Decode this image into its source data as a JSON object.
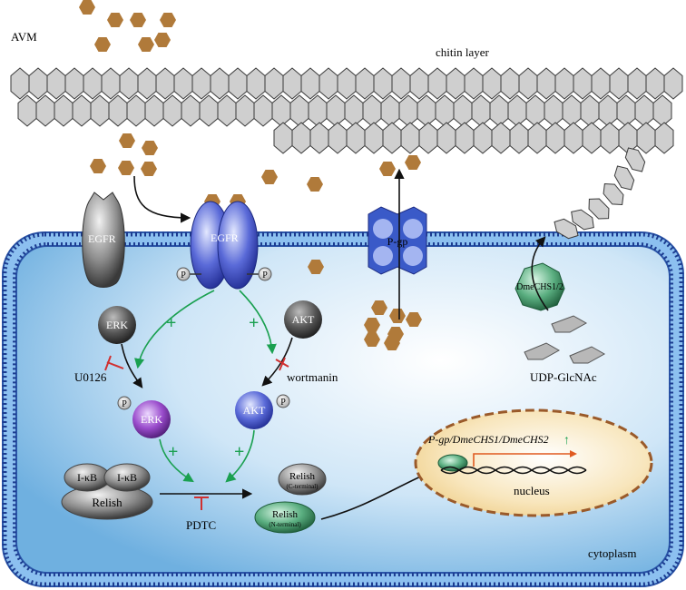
{
  "labels": {
    "avm": "AVM",
    "chitin_layer": "chitin layer",
    "egfr_inactive": "EGFR",
    "egfr_active": "EGFR",
    "phospho": "P",
    "pgp": "P-gp",
    "chs": "DmeCHS1/2",
    "udp": "UDP-GlcNAc",
    "erk": "ERK",
    "akt": "AKT",
    "u0126": "U0126",
    "wortmanin": "wortmanin",
    "perk": "ERK",
    "pakt": "AKT",
    "plus": "+",
    "ikb1": "I-κB",
    "ikb2": "I-κB",
    "relish": "Relish",
    "pdtc": "PDTC",
    "relish_c": "Relish",
    "relish_c_sub": "(C-terminal)",
    "relish_n": "Relish",
    "relish_n_sub": "(N-terminal)",
    "genes": "P-gp/DmeCHS1/DmeCHS2",
    "up_arrow": "↑",
    "nucleus": "nucleus",
    "cytoplasm": "cytoplasm"
  },
  "colors": {
    "avm_particle": "#b07a3a",
    "chitin_fill": "#cfcfcf",
    "membrane": "#4a7fd0",
    "cytoplasm": "#cfe6f7",
    "activation_arrow": "#1aa050",
    "inhibitor": "#d03030",
    "nucleus_fill": "#f7e3b8",
    "nucleus_border": "#9a5a2a",
    "erk_active": "#8a3fb0",
    "akt_active": "#3a3fb0",
    "relish_n": "#2f8a5a"
  }
}
